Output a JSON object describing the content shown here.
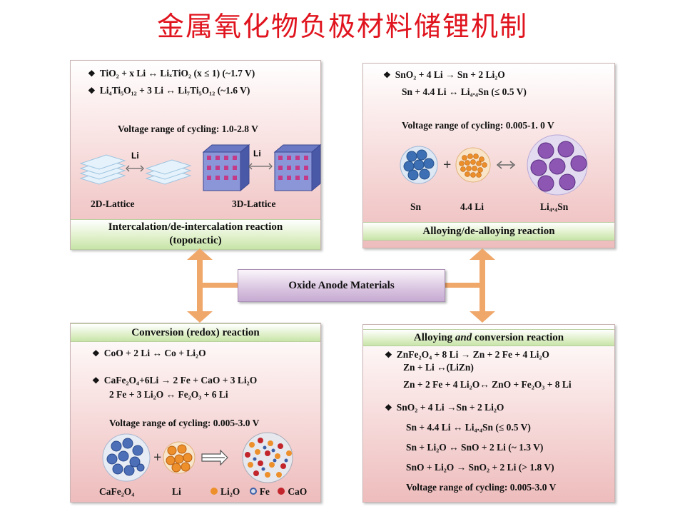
{
  "title": "金属氧化物负极材料储锂机制",
  "center": {
    "label": "Oxide Anode Materials"
  },
  "intercalation": {
    "eq1": "TiO₂ + x Li ↔ LiₓTiO₂ (x ≤ 1) (~1.7 V)",
    "eq2": "Li₄Ti₅O₁₂ + 3 Li ↔ Li₇Ti₅O₁₂ (~1.6 V)",
    "voltage": "Voltage range of cycling: 1.0-2.8 V",
    "li_label_1": "Li",
    "li_label_2": "Li",
    "lattice_2d": "2D-Lattice",
    "lattice_3d": "3D-Lattice",
    "header_line1": "Intercalation/de-intercalation reaction",
    "header_line2": "(topotactic)"
  },
  "alloying": {
    "eq1": "SnO₂ + 4 Li  → Sn + 2 Li₂O",
    "eq2": "Sn + 4.4 Li ↔ Li₄.₄Sn (≤  0.5 V)",
    "voltage": "Voltage range of cycling: 0.005-1. 0 V",
    "sn": "Sn",
    "li": "4.4 Li",
    "product": "Li₄.₄Sn",
    "header": "Alloying/de-alloying reaction"
  },
  "conversion": {
    "header": "Conversion (redox) reaction",
    "eq1": "CoO + 2 Li ↔ Co + Li₂O",
    "eq2": "CaFe₂O₄+6Li → 2 Fe + CaO + 3 Li₂O",
    "eq3": "2 Fe + 3 Li₂O ↔ Fe₂O₃ + 6 Li",
    "voltage": "Voltage range of cycling: 0.005-3.0 V",
    "cafe": "CaFe₂O₄",
    "li": "Li",
    "li2o": "Li₂O",
    "fe": "Fe",
    "cao": "CaO"
  },
  "alloy_conv": {
    "header_a": "Alloying ",
    "header_b": "and",
    "header_c": " conversion reaction",
    "eq1": "ZnFe₂O₄ + 8 Li → Zn + 2 Fe + 4 Li₂O",
    "eq2": "Zn + Li  ↔(LiZn)",
    "eq3": "Zn + 2 Fe + 4 Li₂O↔ ZnO + Fe₂O₃ + 8 Li",
    "eq4": "SnO₂ + 4 Li →Sn + 2 Li₂O",
    "eq5": "Sn + 4.4 Li ↔ Li₄.₄Sn (≤  0.5 V)",
    "eq6": "Sn + Li₂O ↔ SnO + 2 Li (~ 1.3 V)",
    "eq7": "SnO + Li₂O → SnO₂ + 2 Li (> 1.8 V)",
    "voltage": "Voltage range of cycling: 0.005-3.0 V"
  },
  "colors": {
    "title": "#e0141e",
    "arrow": "#f0a76a",
    "header_green": "#dff0c9",
    "center_purple": "#d9c4e0",
    "panel_pink": "#eebcbc"
  },
  "icons": {
    "bullet": "❖"
  }
}
